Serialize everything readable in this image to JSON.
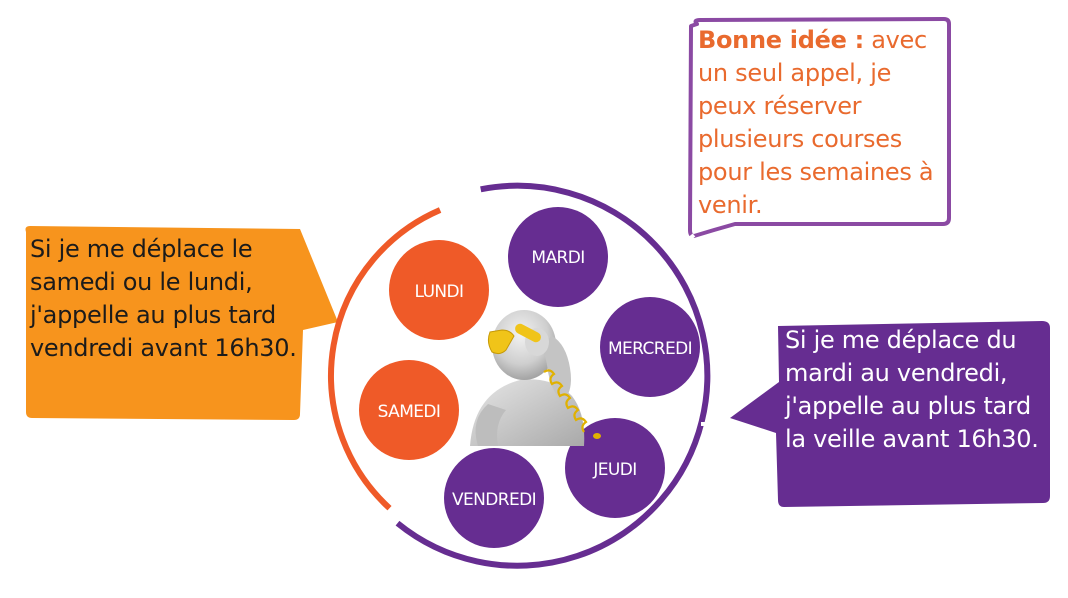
{
  "tip": {
    "lead": "Bonne idée :",
    "text": "avec un seul appel, je peux réserver plusieurs courses pour les semaines à venir."
  },
  "left_note": {
    "text": "Si je me déplace le samedi ou le lundi, j'appelle au plus tard vendredi avant 16h30."
  },
  "right_note": {
    "text": "Si je me déplace du mardi au vendredi, j'appelle au plus tard la veille avant 16h30."
  },
  "days": {
    "lundi": "LUNDI",
    "mardi": "MARDI",
    "mercredi": "MERCREDI",
    "jeudi": "JEUDI",
    "vendredi": "VENDREDI",
    "samedi": "SAMEDI"
  },
  "colors": {
    "orange": "#ef5a28",
    "orange_bubble": "#f7941d",
    "purple": "#662d91",
    "tip_border": "#8b4aa3",
    "tip_text": "#e96a2e"
  },
  "icons": {
    "center": "person-on-phone-icon"
  }
}
